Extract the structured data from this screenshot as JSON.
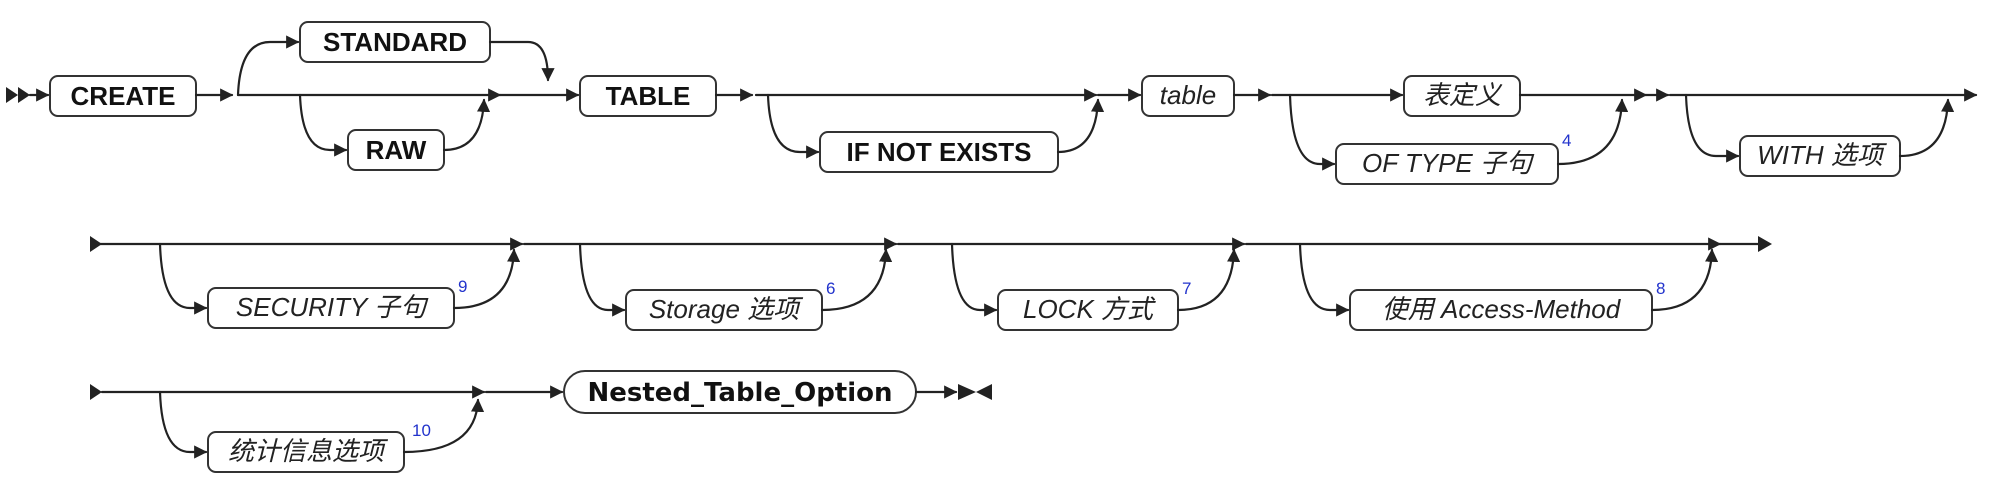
{
  "diagram": {
    "keywords": {
      "create": "CREATE",
      "standard": "STANDARD",
      "raw": "RAW",
      "table_kw": "TABLE",
      "if_not_exists": "IF NOT EXISTS"
    },
    "variables": {
      "table_name": "table",
      "table_definition": "表定义",
      "of_type_clause": "OF TYPE 子句",
      "with_options": "WITH 选项",
      "security_clause": "SECURITY 子句",
      "storage_options": "Storage 选项",
      "lock_mode": "LOCK 方式",
      "access_method": "使用 Access-Method",
      "statistics_options": "统计信息选项"
    },
    "nested_table_option": "Nested_Table_Option",
    "footnotes": {
      "of_type_clause": "4",
      "with_options": "",
      "security_clause": "9",
      "storage_options": "6",
      "lock_mode": "7",
      "access_method": "8",
      "statistics_options": "10"
    }
  }
}
